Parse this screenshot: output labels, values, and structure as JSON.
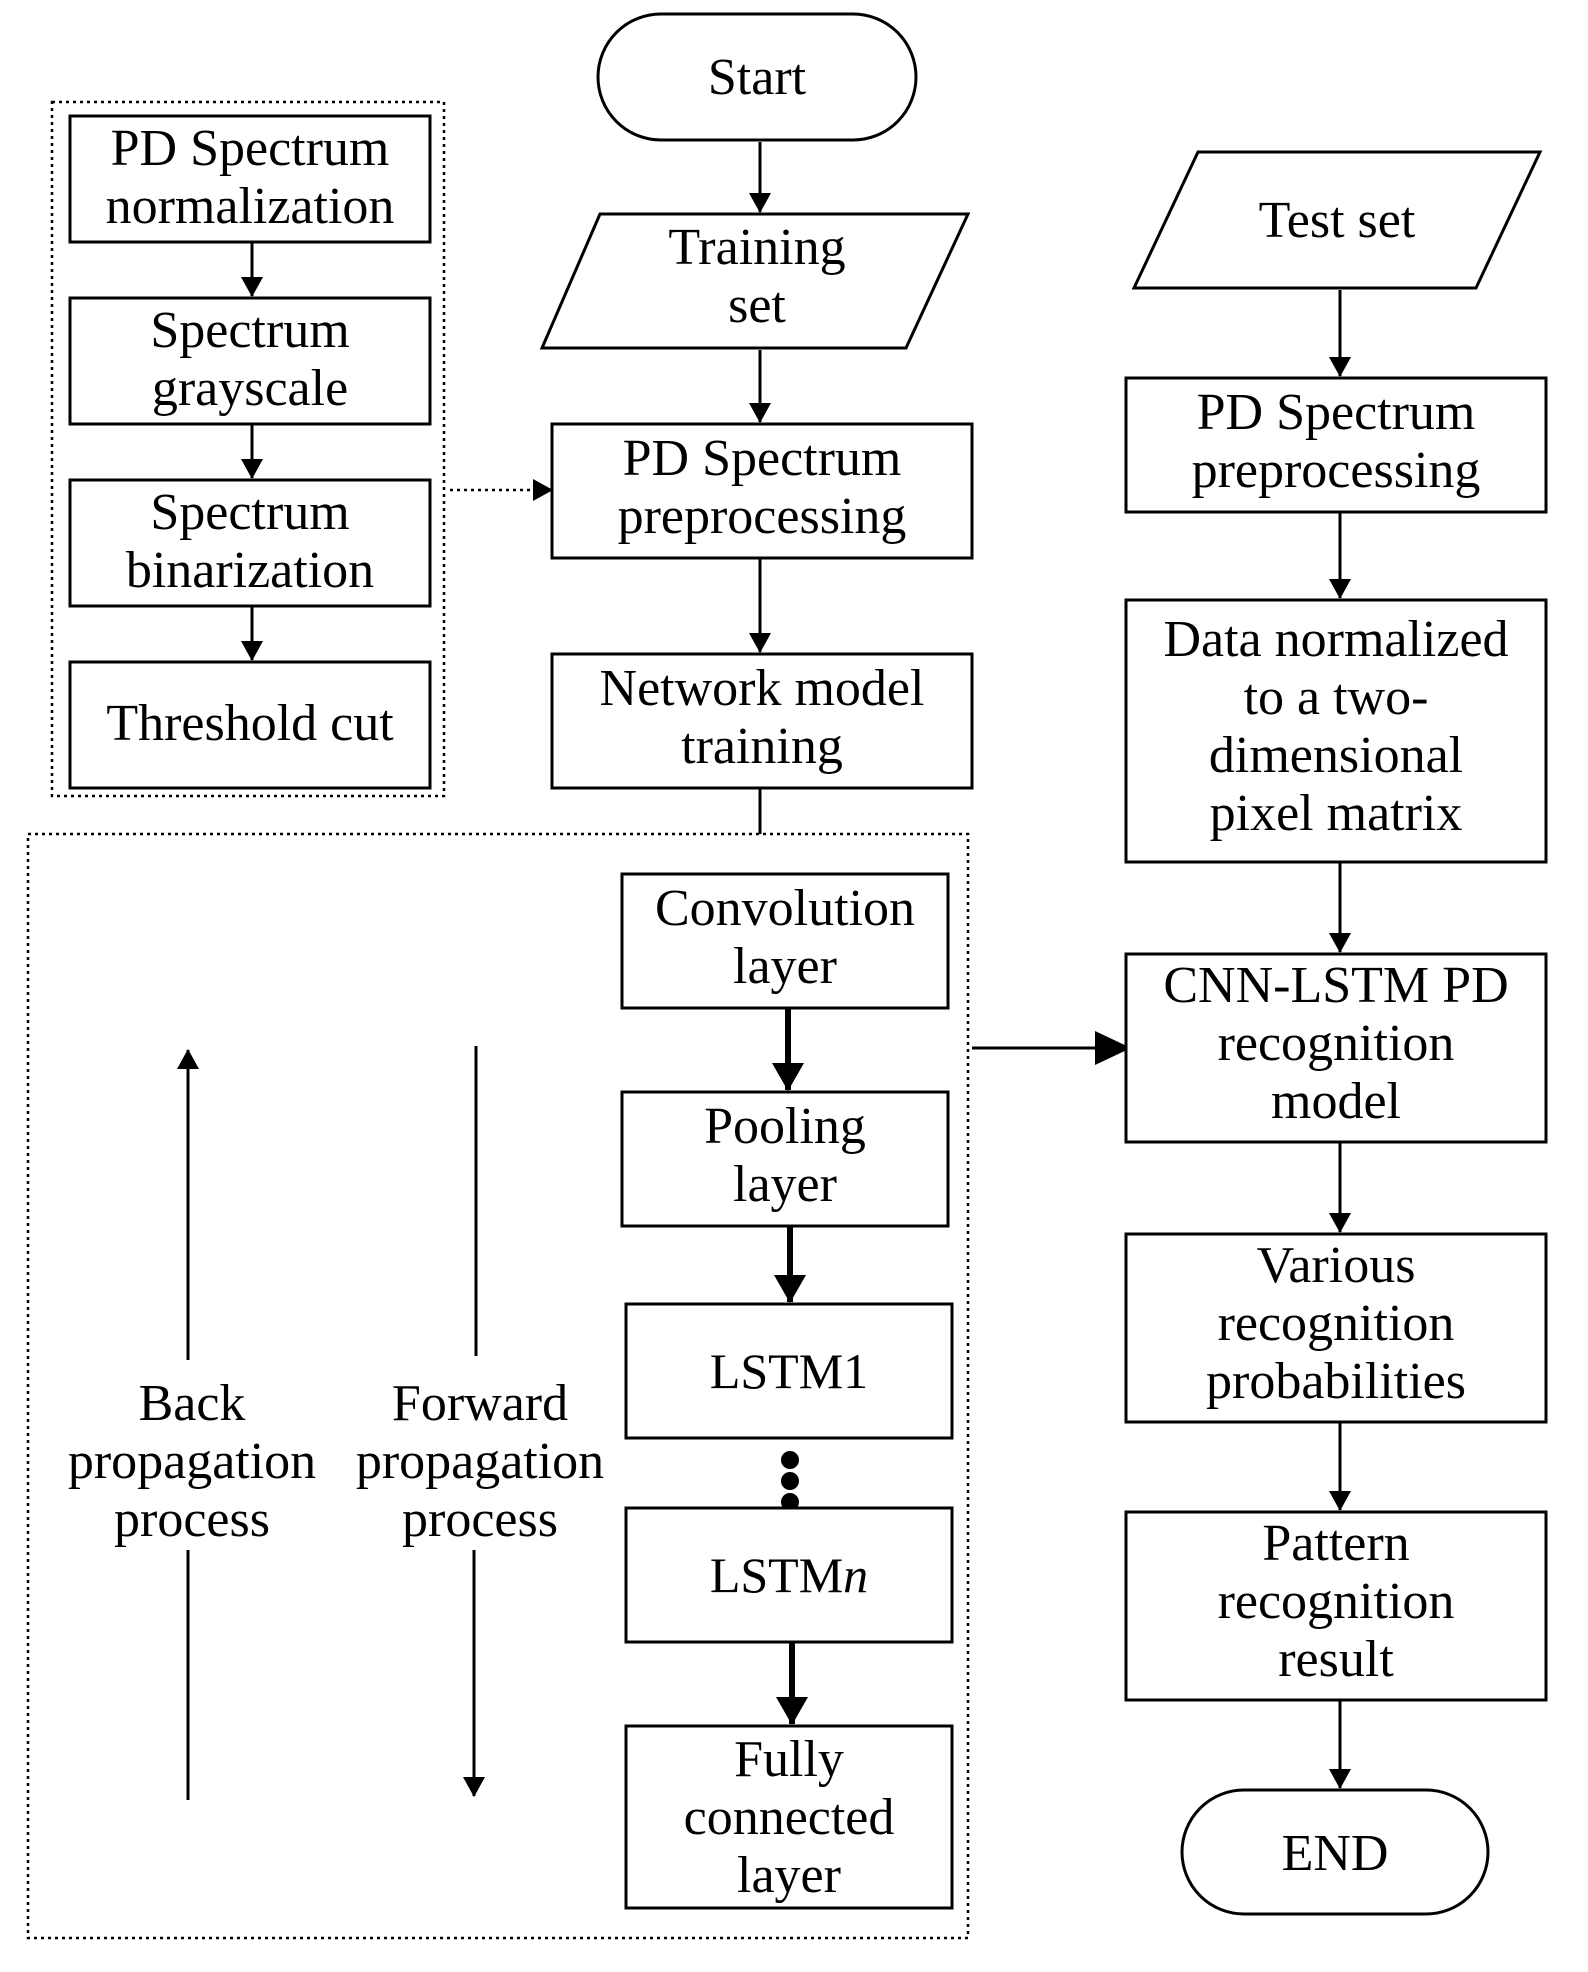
{
  "nodes": {
    "start": "Start",
    "training_set": [
      "Training",
      "set"
    ],
    "train_preprocessing": [
      "PD Spectrum",
      "preprocessing"
    ],
    "network_training": [
      "Network model",
      "training"
    ],
    "normalization": [
      "PD Spectrum",
      "normalization"
    ],
    "grayscale": [
      "Spectrum",
      "grayscale"
    ],
    "binarization": [
      "Spectrum",
      "binarization"
    ],
    "threshold": "Threshold cut",
    "convolution": [
      "Convolution",
      "layer"
    ],
    "pooling": [
      "Pooling",
      "layer"
    ],
    "lstm1": "LSTM1",
    "lstmn_prefix": "LSTM",
    "lstmn_suffix": "n",
    "fully_connected": [
      "Fully",
      "connected",
      "layer"
    ],
    "back_propagation": [
      "Back",
      "propagation",
      "process"
    ],
    "forward_propagation": [
      "Forward",
      "propagation",
      "process"
    ],
    "test_set": "Test set",
    "test_preprocessing": [
      "PD Spectrum",
      "preprocessing"
    ],
    "data_normalized": [
      "Data normalized",
      "to a two-",
      "dimensional",
      "pixel matrix"
    ],
    "cnn_lstm": [
      "CNN-LSTM PD",
      "recognition",
      "model"
    ],
    "probabilities": [
      "Various",
      "recognition",
      "probabilities"
    ],
    "pattern_result": [
      "Pattern",
      "recognition",
      "result"
    ],
    "end": "END"
  }
}
